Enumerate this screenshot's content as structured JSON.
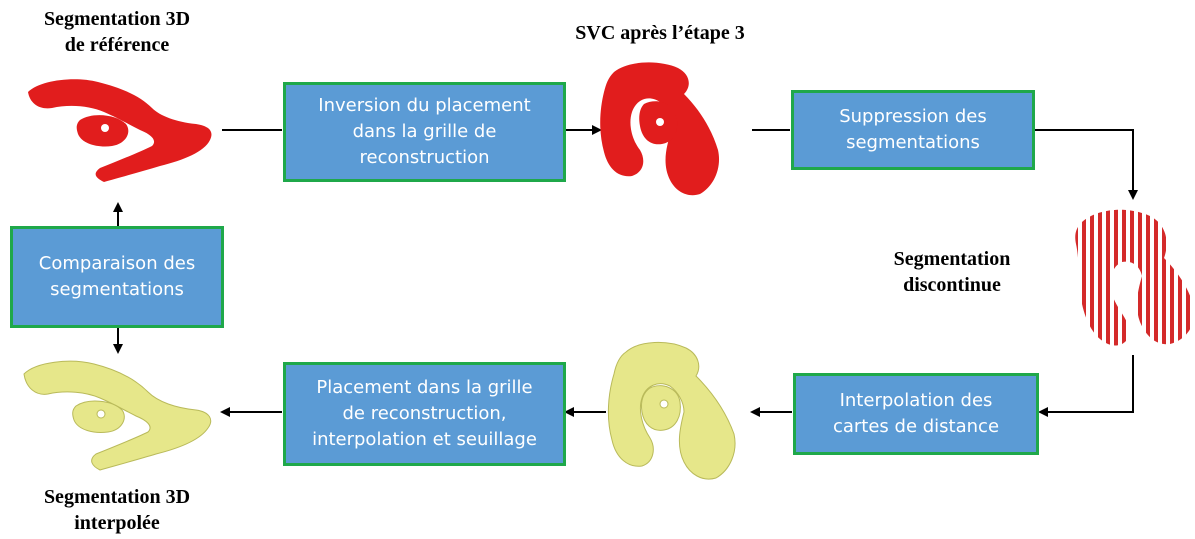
{
  "labels": {
    "ref_segmentation": "Segmentation 3D\nde référence",
    "svc_after_step": "SVC après l’étape 3",
    "discontinuous_segmentation": "Segmentation\ndiscontinue",
    "interpolated_segmentation": "Segmentation 3D\ninterpolée"
  },
  "steps": {
    "inversion": "Inversion du placement\ndans la grille de\nreconstruction",
    "suppression": "Suppression des\nsegmentations",
    "interpolation": "Interpolation des\ncartes de distance",
    "placement": "Placement dans la grille\nde reconstruction,\ninterpolation et seuillage",
    "comparison": "Comparaison des\nsegmentations"
  },
  "colors": {
    "box_fill": "#5b9bd5",
    "box_border": "#1fa84a",
    "shape_red": "#e11d1d",
    "shape_yellow": "#e6e78a",
    "arrow": "#000000"
  }
}
